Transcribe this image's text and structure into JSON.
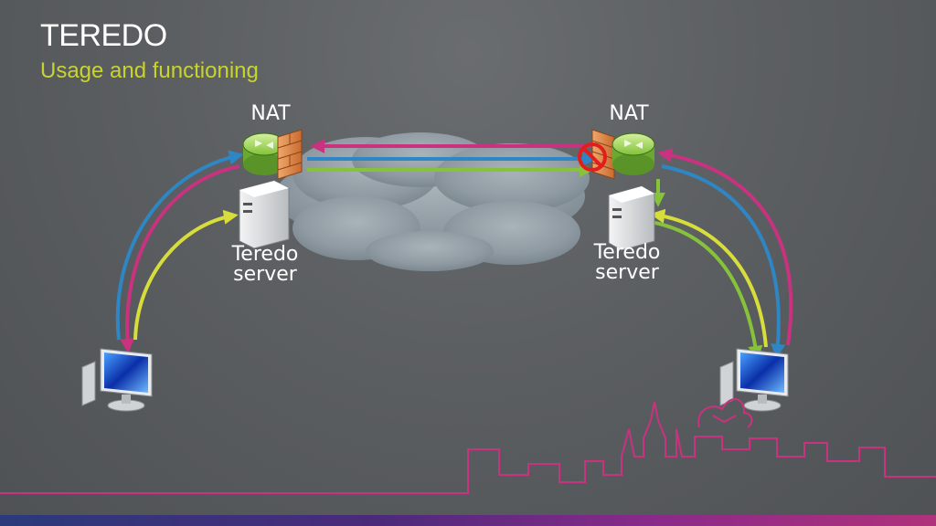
{
  "slide": {
    "title": "TEREDO",
    "subtitle": "Usage and functioning"
  },
  "diagram": {
    "left_nat_label": "NAT",
    "right_nat_label": "NAT",
    "left_server_label_line1": "Teredo",
    "left_server_label_line2": "server",
    "right_server_label_line1": "Teredo",
    "right_server_label_line2": "server",
    "icons": [
      "router-icon",
      "firewall-icon",
      "server-icon",
      "computer-icon",
      "blocked-icon",
      "cloud-icon",
      "skyline-icon"
    ],
    "colors": {
      "magenta": "#c8327e",
      "blue": "#2f86c4",
      "green": "#86c23a",
      "yellow": "#d7dd3a",
      "accent": "#c8d42c",
      "blocked_red": "#e01e1e"
    }
  }
}
